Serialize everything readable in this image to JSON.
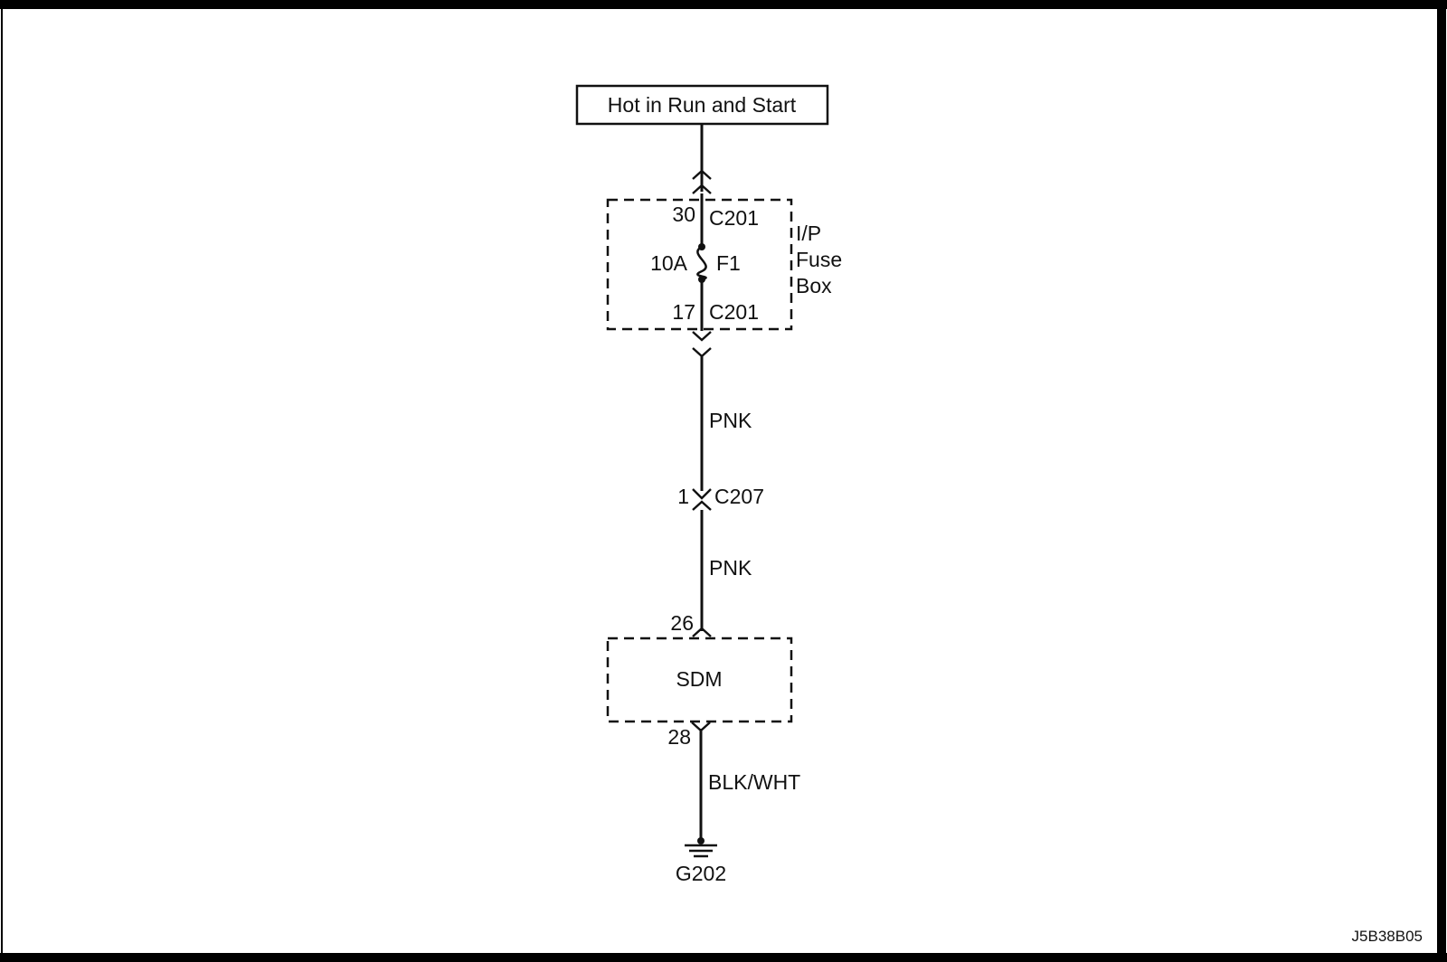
{
  "source": {
    "label": "Hot in Run and Start"
  },
  "fuse_box": {
    "name_lines": [
      "I/P",
      "Fuse",
      "Box"
    ],
    "top_pin": "30",
    "top_connector": "C201",
    "fuse_rating": "10A",
    "fuse_name": "F1",
    "bottom_pin": "17",
    "bottom_connector": "C201"
  },
  "wires": [
    {
      "color": "PNK"
    },
    {
      "color": "PNK"
    },
    {
      "color": "BLK/WHT"
    }
  ],
  "inline_connector": {
    "pin": "1",
    "name": "C207"
  },
  "module": {
    "name": "SDM",
    "input_pin": "26",
    "ground_pin": "28"
  },
  "ground": {
    "name": "G202"
  },
  "figure_id": "J5B38B05"
}
